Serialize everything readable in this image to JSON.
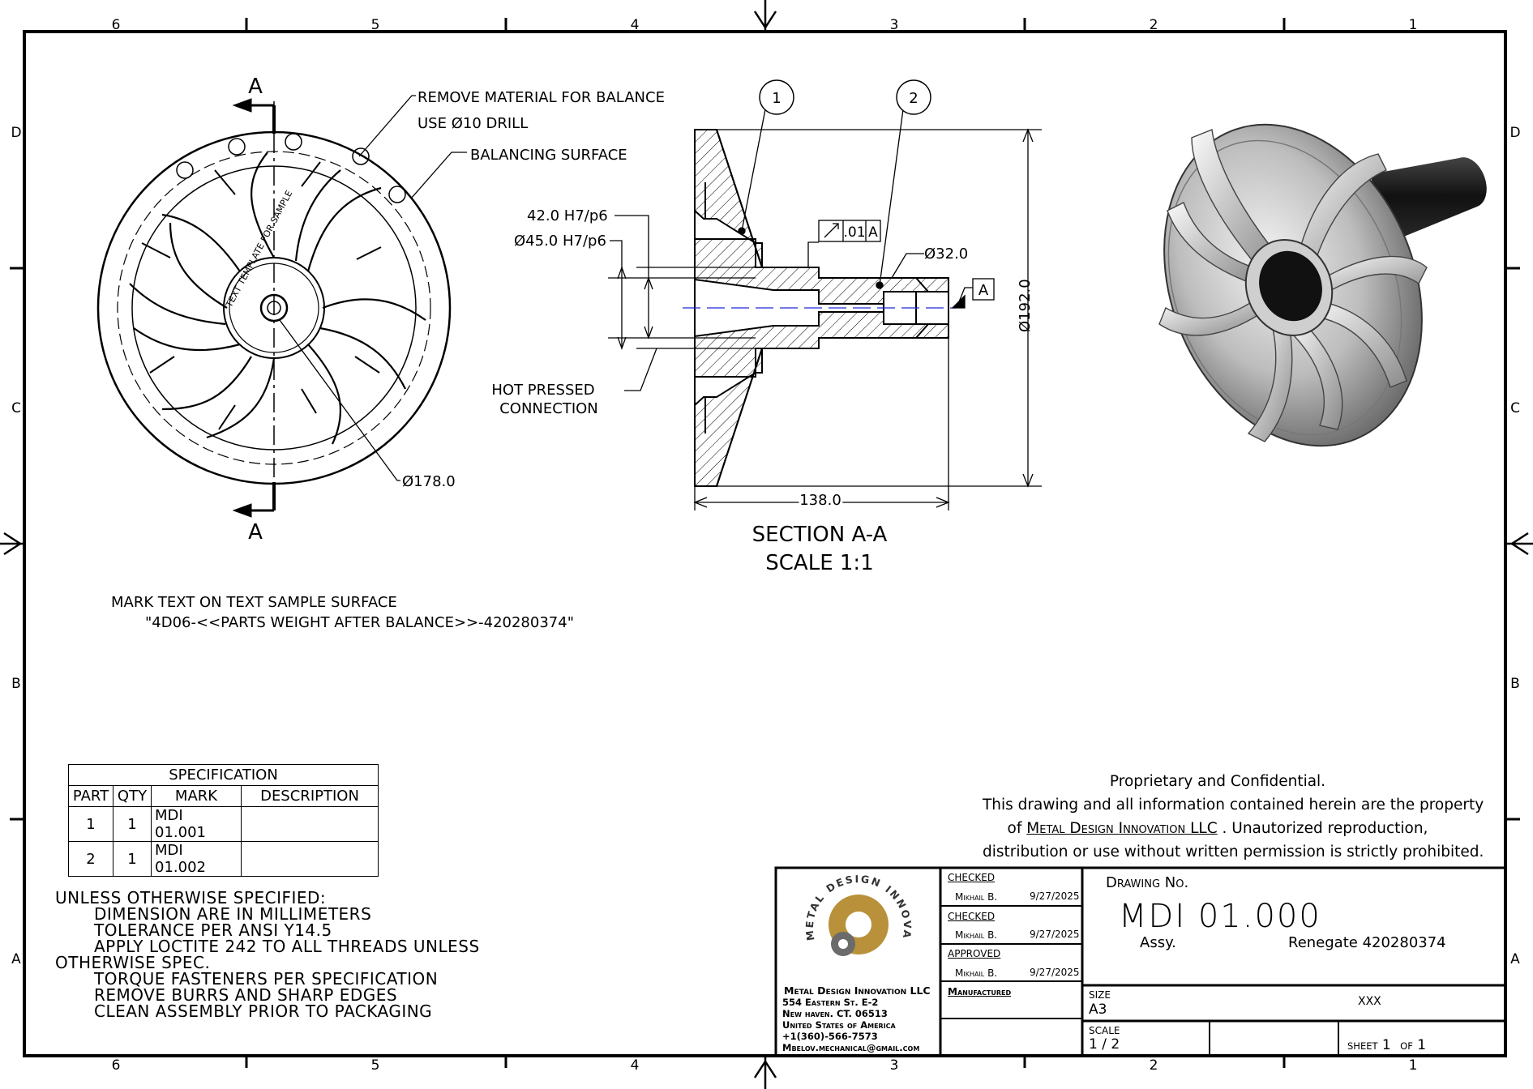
{
  "frame": {
    "columns_top": [
      "6",
      "5",
      "4",
      "3",
      "2",
      "1"
    ],
    "columns_bottom": [
      "6",
      "5",
      "4",
      "3",
      "2",
      "1"
    ],
    "rows_left": [
      "D",
      "C",
      "B",
      "A"
    ],
    "rows_right": [
      "D",
      "C",
      "B",
      "A"
    ]
  },
  "front_view": {
    "section_mark": "A",
    "note_remove_material": "REMOVE MATERIAL FOR BALANCE",
    "note_drill": "USE Ø10 DRILL",
    "note_balancing_surface": "BALANCING SURFACE",
    "dim_diameter": "Ø178.0",
    "engraved_text": "TEXT TEMPLATE FOR SAMPLE"
  },
  "section_view": {
    "balloon_1": "1",
    "balloon_2": "2",
    "fit_1": "42.0 H7/p6",
    "fit_2": "Ø45.0 H7/p6",
    "runout_value": ".01",
    "runout_datum": "A",
    "dim_bore": "Ø32.0",
    "datum_label": "A",
    "dim_outer": "Ø192.0",
    "dim_length": "138.0",
    "note_hot_pressed_1": "HOT PRESSED",
    "note_hot_pressed_2": "CONNECTION",
    "title": "SECTION A-A",
    "scale": "SCALE 1:1"
  },
  "mark_note": {
    "line1": "MARK TEXT ON TEXT SAMPLE SURFACE",
    "line2": "\"4D06-<<PARTS WEIGHT AFTER BALANCE>>-420280374\""
  },
  "specification": {
    "title": "SPECIFICATION",
    "columns": [
      "PART",
      "QTY",
      "MARK",
      "DESCRIPTION"
    ],
    "rows": [
      {
        "part": "1",
        "qty": "1",
        "mark": "MDI 01.001",
        "description": ""
      },
      {
        "part": "2",
        "qty": "1",
        "mark": "MDI 01.002",
        "description": ""
      }
    ]
  },
  "general_notes": [
    "UNLESS OTHERWISE SPECIFIED:",
    "DIMENSION ARE IN MILLIMETERS",
    "TOLERANCE PER ANSI Y14.5",
    "APPLY LOCTITE 242 TO ALL THREADS UNLESS",
    "OTHERWISE SPEC.",
    "TORQUE FASTENERS PER SPECIFICATION",
    "REMOVE BURRS AND SHARP EDGES",
    "CLEAN ASSEMBLY PRIOR TO PACKAGING"
  ],
  "proprietary": {
    "heading": "Proprietary and Confidential.",
    "line2": "This drawing and all information contained herein are the property",
    "line3_pre": "of",
    "company_name": "Metal Design Innovation LLC",
    "line3_post": ". Unautorized reproduction,",
    "line4": "distribution or use without written permission is strictly prohibited."
  },
  "title_block": {
    "logo_text": "METAL DESIGN INNOVATION",
    "company": "Metal Design Innovation LLC",
    "address1": "554 Eastern St. E-2",
    "address2": "New haven. CT. 06513",
    "address3": "United States of America",
    "phone": "+1(360)-566-7573",
    "email": "Mbelov.mechanical@gmail.com",
    "checked1_label": "CHECKED",
    "checked1_name": "Mikhail B.",
    "checked1_date": "9/27/2025",
    "checked2_label": "CHECKED",
    "checked2_name": "Mikhail B.",
    "checked2_date": "9/27/2025",
    "approved_label": "APPROVED",
    "approved_name": "Mikhail B.",
    "approved_date": "9/27/2025",
    "manufactured_label": "Manufactured",
    "drawing_no_label": "Drawing No.",
    "drawing_no": "MDI 01.000",
    "type": "Assy.",
    "project": "Renegate 420280374",
    "size_label": "SIZE",
    "size": "A3",
    "rev": "XXX",
    "scale_label": "SCALE",
    "scale": "1 / 2",
    "sheet_label": "SHEET",
    "sheet": "1",
    "of_label": "OF",
    "sheet_total": "1"
  },
  "colors": {
    "line": "#000000",
    "centerline": "#1f2bd6",
    "logo_gold": "#b8913a",
    "logo_gray": "#6b6b6b"
  }
}
